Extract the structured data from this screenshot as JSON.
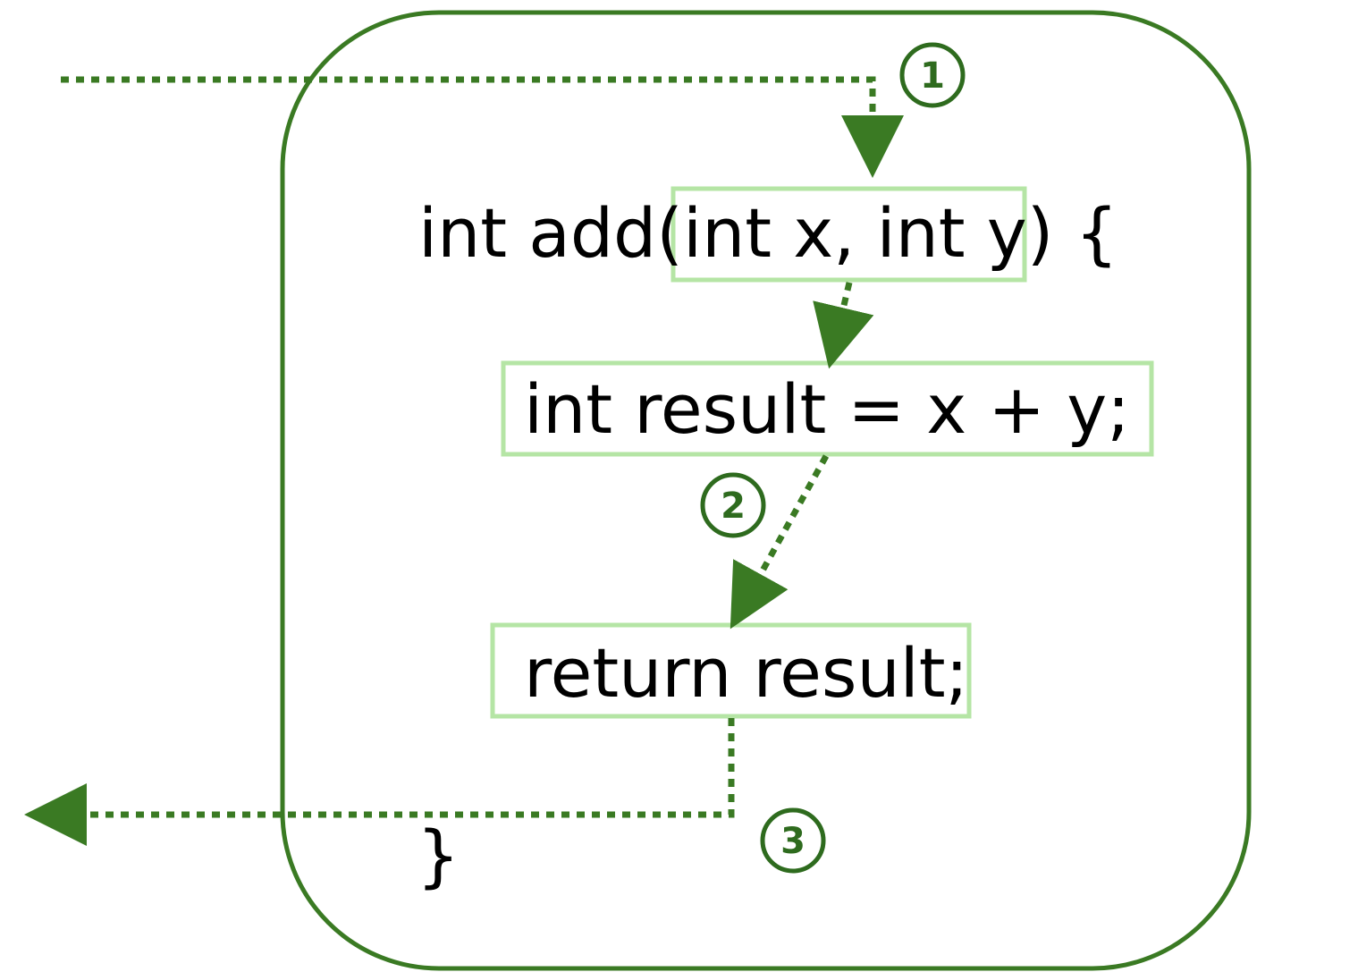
{
  "colors": {
    "frame": "#3a7a23",
    "arrow": "#3a7a23",
    "highlight_box": "#b5e5a5",
    "step_badge": "#2e6b1e",
    "code_text": "#000000",
    "background": "#ffffff"
  },
  "code": {
    "signature_line": "int add(int x, int y) {",
    "assign_line": "int result = x + y;",
    "return_line": "return result;",
    "closing_brace": "}"
  },
  "steps": {
    "step1": "1",
    "step2": "2",
    "step3": "3"
  }
}
